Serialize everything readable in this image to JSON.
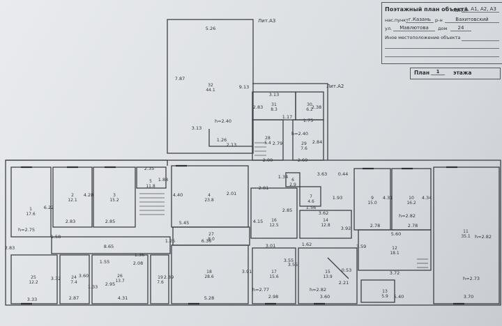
{
  "stamp": {
    "title": "Поэтажный план объекта",
    "lit_label": "лит.",
    "lit_value": "А, А1, А2, А3",
    "locality_label": "нас.пункт",
    "locality_value": "г.Казань",
    "district_label": "р-н",
    "district_value": "Вахитовский",
    "street_label": "ул.",
    "street_value": "Мавлютова",
    "house_label": "дом",
    "house_value": "24",
    "other_location": "Иное местоположение объекта"
  },
  "floor_box": {
    "label": "План",
    "number": "1",
    "suffix": "этажа"
  },
  "lit_tags": [
    "Лит.А3",
    "Лит.А2"
  ],
  "rooms": [
    {
      "id": "r32",
      "num": "32",
      "area": "44.1"
    },
    {
      "id": "r31",
      "num": "31",
      "area": "8.3"
    },
    {
      "id": "r30",
      "num": "30",
      "area": "6.2"
    },
    {
      "id": "r29",
      "num": "29",
      "area": "7.6"
    },
    {
      "id": "r28",
      "num": "28",
      "area": "5.4"
    },
    {
      "id": "r1",
      "num": "1",
      "area": "17.6"
    },
    {
      "id": "r2",
      "num": "2",
      "area": "12.1"
    },
    {
      "id": "r3",
      "num": "3",
      "area": "15.2"
    },
    {
      "id": "r4",
      "num": "4",
      "area": "23.8"
    },
    {
      "id": "r5",
      "num": "5",
      "area": "11.8"
    },
    {
      "id": "r6",
      "num": "6",
      "area": "2.9"
    },
    {
      "id": "r7",
      "num": "7",
      "area": "4.6"
    },
    {
      "id": "r9",
      "num": "9",
      "area": "15.0"
    },
    {
      "id": "r10",
      "num": "10",
      "area": "16.2"
    },
    {
      "id": "r11",
      "num": "11",
      "area": "35.1"
    },
    {
      "id": "r12",
      "num": "12",
      "area": "18.1"
    },
    {
      "id": "r13",
      "num": "13",
      "area": "5.9"
    },
    {
      "id": "r14",
      "num": "14",
      "area": "12.8"
    },
    {
      "id": "r15",
      "num": "15",
      "area": "13.9"
    },
    {
      "id": "r16",
      "num": "16",
      "area": "12.5"
    },
    {
      "id": "r17",
      "num": "17",
      "area": "15.6"
    },
    {
      "id": "r18",
      "num": "18",
      "area": "28.6"
    },
    {
      "id": "r19",
      "num": "19",
      "area": "7.6"
    },
    {
      "id": "r24",
      "num": "24",
      "area": "7.4"
    },
    {
      "id": "r25",
      "num": "25",
      "area": "12.2"
    },
    {
      "id": "r26",
      "num": "26",
      "area": "13.7"
    },
    {
      "id": "r27",
      "num": "27",
      "area": "8.0"
    }
  ],
  "dimensions": [
    "5.26",
    "7.87",
    "9.13",
    "3.13",
    "2.13",
    "1.26",
    "h=2.40",
    "3.13",
    "2.83",
    "2.38",
    "1.17",
    "1.75",
    "2.79",
    "2.84",
    "h=2.40",
    "2.00",
    "2.69",
    "2.35",
    "1.88",
    "4.40",
    "2.01",
    "5.45",
    "1.25",
    "6.36",
    "6.22",
    "4.28",
    "h=2.75",
    "2.83",
    "2.85",
    "1.58",
    "2.83",
    "8.65",
    "1.36",
    "3.63",
    "0.44",
    "2.81",
    "1.34",
    "1.56",
    "1.93",
    "2.85",
    "4.15",
    "3.62",
    "3.92",
    "4.31",
    "h=2.82",
    "4.34",
    "2.78",
    "2.78",
    "5.60",
    "3.59",
    "h=2.82",
    "3.01",
    "1.62",
    "3.55",
    "3.55",
    "3.91",
    "5.28",
    "h=2.77",
    "2.98",
    "h=2.82",
    "3.60",
    "0.53",
    "2.21",
    "3.72",
    "5.40",
    "h=2.73",
    "3.70",
    "3.33",
    "3.32",
    "2.87",
    "3.60",
    "1.33",
    "2.95",
    "4.31",
    "2.89",
    "1.55",
    "2.08"
  ]
}
